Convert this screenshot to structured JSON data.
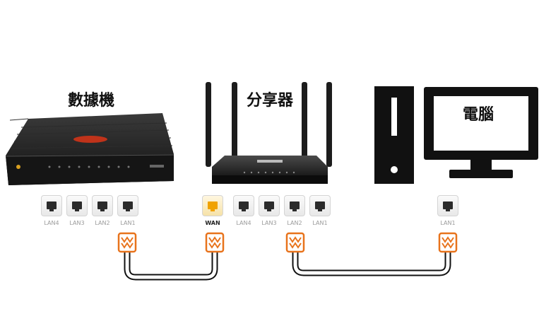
{
  "titles": {
    "modem": "數據機",
    "router": "分享器",
    "computer": "電腦"
  },
  "modem_ports": [
    "LAN4",
    "LAN3",
    "LAN2",
    "LAN1"
  ],
  "router_ports": [
    "WAN",
    "LAN4",
    "LAN3",
    "LAN2",
    "LAN1"
  ],
  "computer_ports": [
    "LAN1"
  ],
  "colors": {
    "device_body": "#1a1a1a",
    "wan_port": "#f0a200",
    "cable_connector": "#e8731c"
  }
}
